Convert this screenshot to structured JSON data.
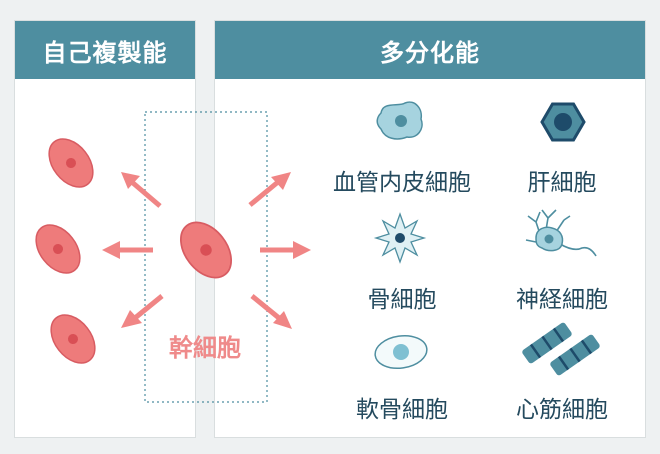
{
  "left_panel": {
    "title": "自己複製能"
  },
  "right_panel": {
    "title": "多分化能"
  },
  "stem_cell": {
    "label": "幹細胞"
  },
  "cells": {
    "endothelial": {
      "label": "血管内皮細胞",
      "icon": "endothelial-cell-icon"
    },
    "hepatocyte": {
      "label": "肝細胞",
      "icon": "hexagon-cell-icon"
    },
    "osteocyte": {
      "label": "骨細胞",
      "icon": "star-cell-icon"
    },
    "neuron": {
      "label": "神経細胞",
      "icon": "neuron-icon"
    },
    "chondrocyte": {
      "label": "軟骨細胞",
      "icon": "oval-cell-icon"
    },
    "cardiomyocyte": {
      "label": "心筋細胞",
      "icon": "muscle-fiber-icon"
    }
  },
  "colors": {
    "header": "#4e8ea0",
    "stem_cell": "#ee7b7b",
    "nucleus": "#d94f55",
    "arrow": "#f08585",
    "cell_fill": "#a6d3df",
    "cell_stroke": "#4e8ea0",
    "dark_cell": "#1e4b6a",
    "text": "#244a5e"
  }
}
